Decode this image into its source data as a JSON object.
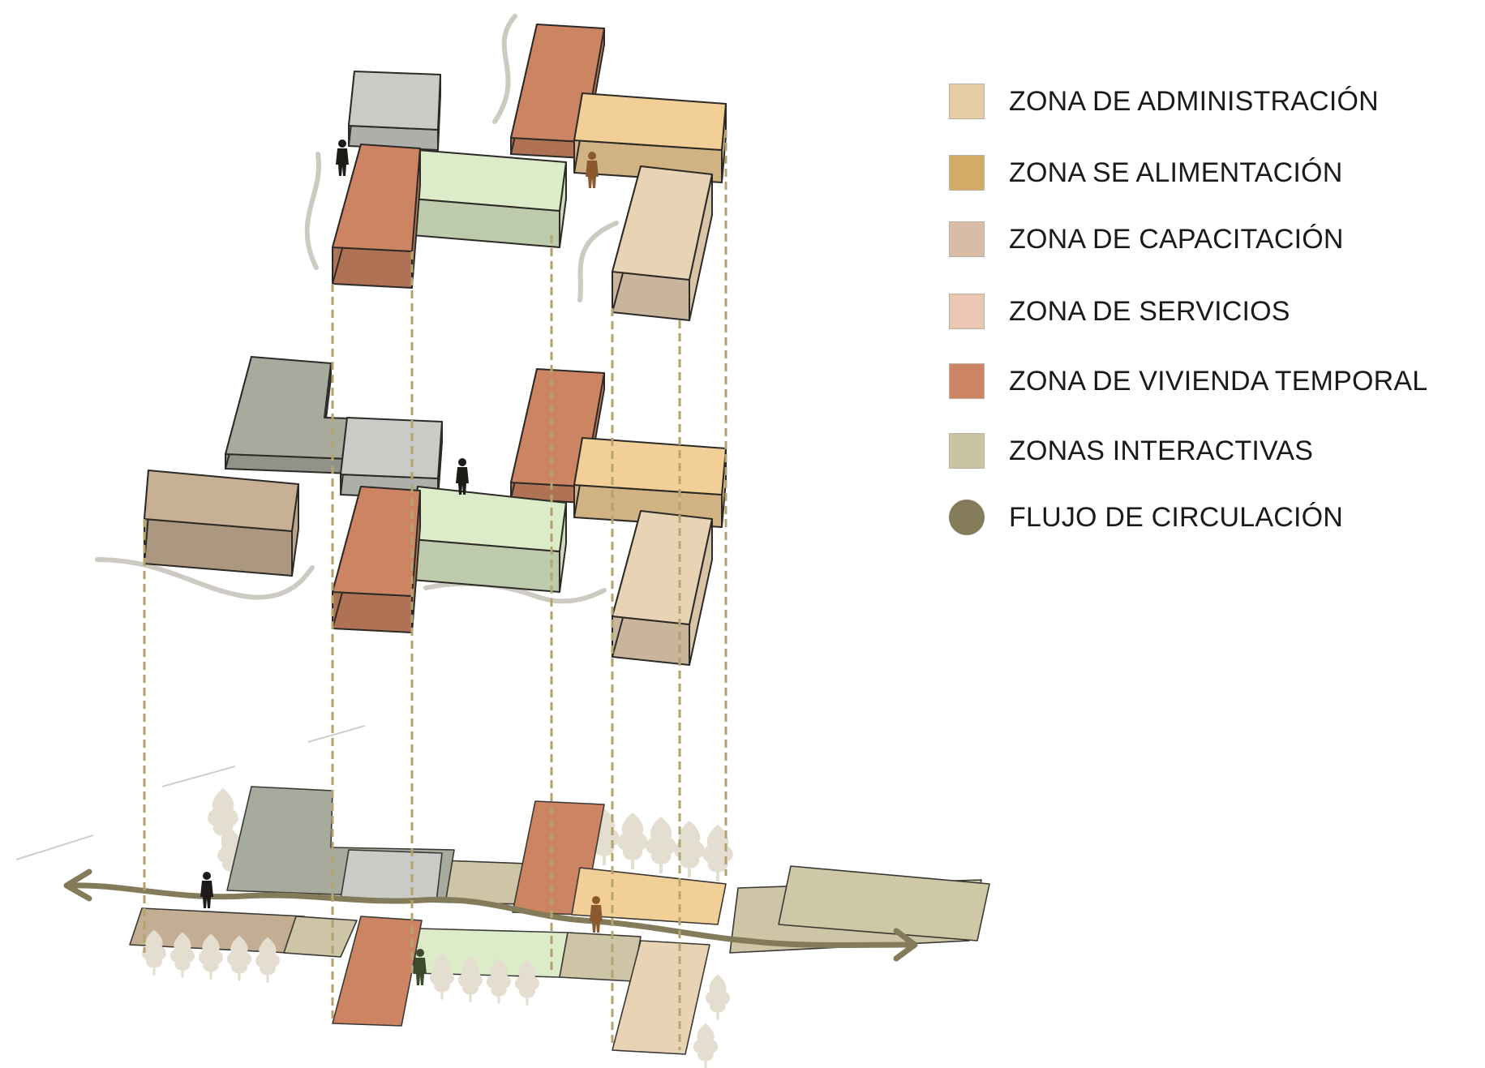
{
  "legend": {
    "items": [
      {
        "label": "ZONA DE ADMINISTRACIÓN",
        "color": "#e6cda5",
        "shape": "square"
      },
      {
        "label": "ZONA SE ALIMENTACIÓN",
        "color": "#d4aa66",
        "shape": "square"
      },
      {
        "label": "ZONA DE CAPACITACIÓN",
        "color": "#d9bca3",
        "shape": "square"
      },
      {
        "label": "ZONA DE SERVICIOS",
        "color": "#ecc7b4",
        "shape": "square"
      },
      {
        "label": "ZONA DE VIVIENDA TEMPORAL",
        "color": "#cc8462",
        "shape": "square"
      },
      {
        "label": "ZONAS INTERACTIVAS",
        "color": "#cbc4a2",
        "shape": "square"
      },
      {
        "label": "FLUJO DE CIRCULACIÓN",
        "color": "#847b5b",
        "shape": "circle"
      }
    ]
  },
  "colors": {
    "vivienda": "#cc8462",
    "interactiva_green": "#dcebc8",
    "alimentacion": "#f3cf98",
    "administracion": "#e8d3b4",
    "gray_block": "#c9cbc6",
    "dark_gray_block": "#a7ab9d",
    "capacitacion": "#c8b095",
    "circulation": "#847b5b",
    "guide_line": "#b3a46f",
    "tree": "#e3ded0",
    "ground": "#cec5a6"
  }
}
